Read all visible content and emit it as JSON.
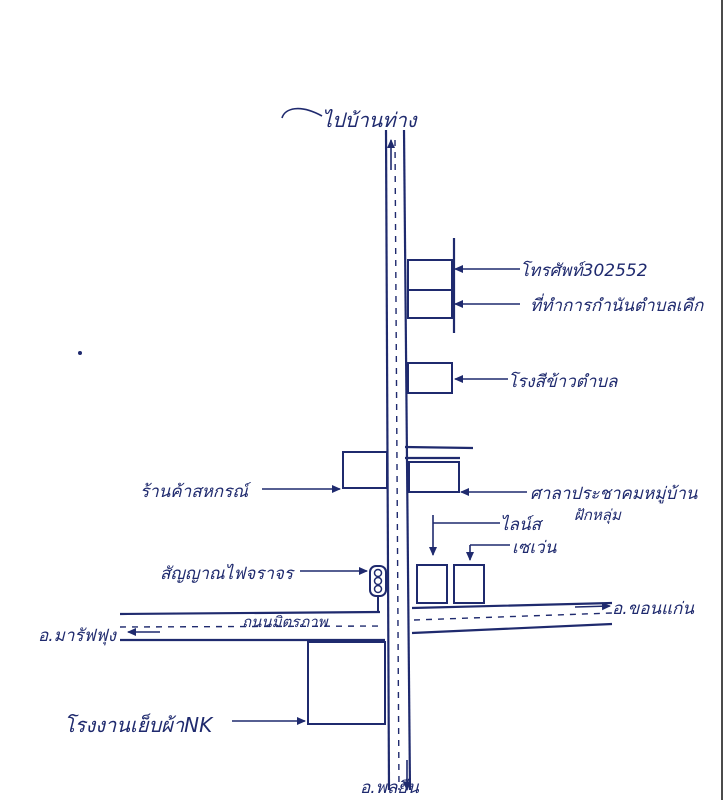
{
  "map": {
    "labels": {
      "north_destination": "ไปบ้านท่าง",
      "telephone": "โทรศัพท์302552",
      "sub_district_office": "ที่ทำการกำนันตำบลเคีก",
      "rice_mill": "โรงสีข้าวตำบล",
      "shop_left": "ร้านค้าสหกรณ์",
      "community_hall": "ศาลาประชาคมหมู่บ้าน",
      "hall_note": "ฝักหลุ่ม",
      "building_a": "ไลน์ส",
      "building_b": "เซเว่น",
      "traffic_light": "สัญญาณไฟจราจร",
      "main_road": "ถนนมิตรภาพ",
      "east_destination": "อ.ขอนแก่น",
      "west_destination": "อ.มารัฟฟุง",
      "factory": "โรงงานเย็บผ้าNK",
      "south_destination": "อ.พลยืน"
    }
  }
}
